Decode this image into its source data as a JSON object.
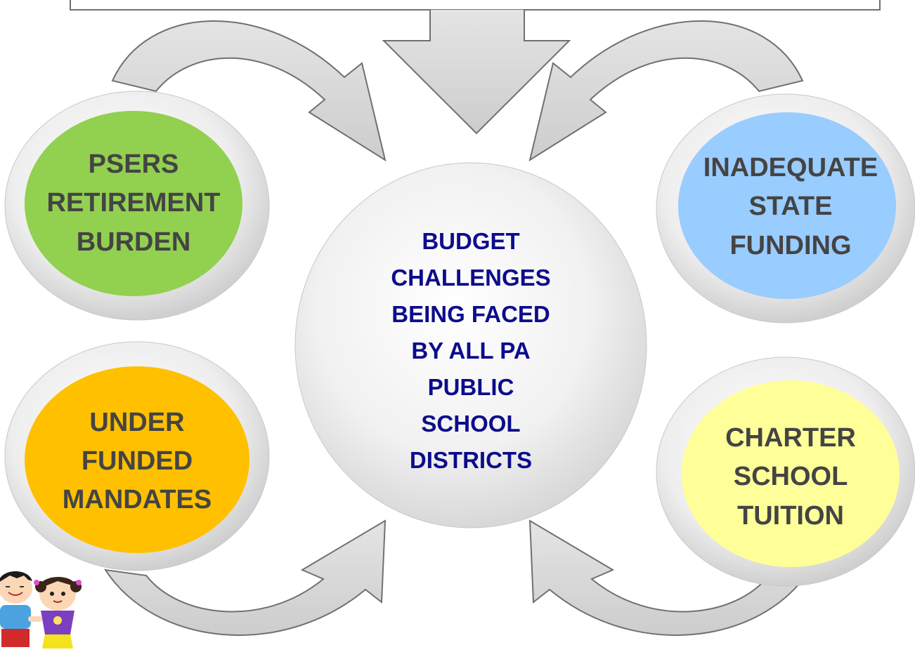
{
  "center": {
    "text": "BUDGET\nCHALLENGES\nBEING FACED\nBY ALL PA\nPUBLIC\nSCHOOL\nDISTRICTS"
  },
  "nodes": {
    "psers": {
      "text": "PSERS\nRETIREMENT\nBURDEN",
      "color": "#92d050"
    },
    "state_funding": {
      "text": "INADEQUATE\nSTATE\nFUNDING",
      "color": "#99ccff"
    },
    "mandates": {
      "text": "UNDER\nFUNDED\nMANDATES",
      "color": "#ffc000"
    },
    "charter": {
      "text": "CHARTER\nSCHOOL\nTUITION",
      "color": "#ffff99"
    }
  },
  "colors": {
    "center_text": "#0c0c8c",
    "node_text": "#444444",
    "arrow_fill": "#d6d6d6",
    "arrow_stroke": "#707070"
  },
  "icons": [
    "children-clipart-icon"
  ]
}
